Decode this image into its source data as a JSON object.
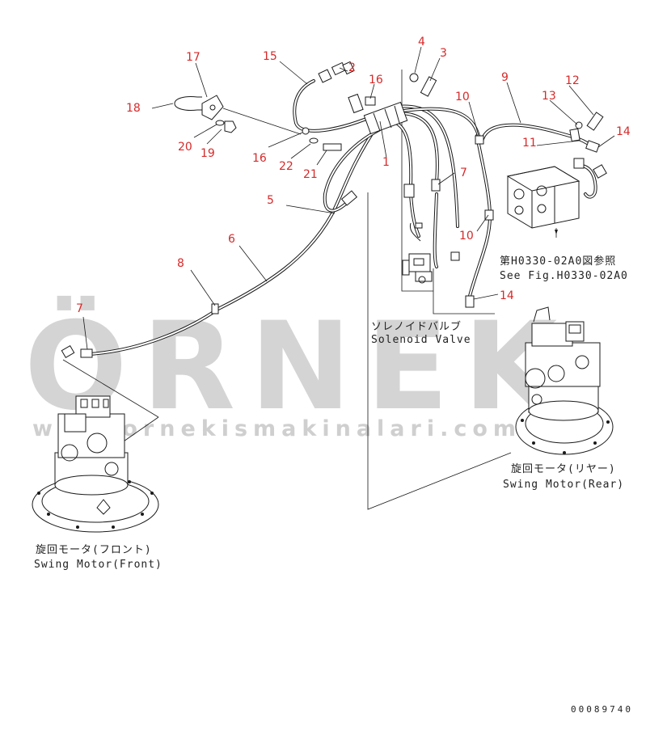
{
  "diagram": {
    "watermark": {
      "brand": "ÖRNEK",
      "website": "www.ornekismakinalari.com.tr",
      "accent_color": "#f2c14e",
      "color": "#d4d4d4"
    },
    "callouts": {
      "c1": "1",
      "c2": "2",
      "c3": "3",
      "c4": "4",
      "c5": "5",
      "c6": "6",
      "c7a": "7",
      "c7b": "7",
      "c8": "8",
      "c9": "9",
      "c10a": "10",
      "c10b": "10",
      "c11": "11",
      "c12": "12",
      "c13": "13",
      "c14a": "14",
      "c14b": "14",
      "c15": "15",
      "c16a": "16",
      "c16b": "16",
      "c17": "17",
      "c18": "18",
      "c19": "19",
      "c20": "20",
      "c21": "21",
      "c22": "22"
    },
    "captions": {
      "solenoid_jp": "ソレノイドバルブ",
      "solenoid_en": "Solenoid Valve",
      "ref_jp": "第H0330-02A0図参照",
      "ref_en": "See Fig.H0330-02A0",
      "front_jp": "旋回モータ(フロント)",
      "front_en": "Swing Motor(Front)",
      "rear_jp": "旋回モータ(リヤー)",
      "rear_en": "Swing Motor(Rear)"
    },
    "figure_number": "00089740",
    "callout_color": "#d62a2a"
  }
}
